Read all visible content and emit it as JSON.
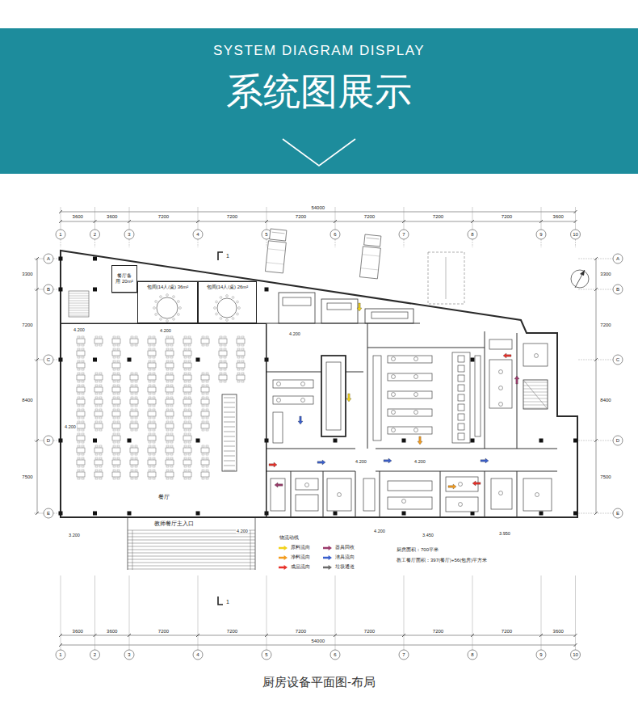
{
  "diagram": {
    "title": "系统图展示",
    "caption": "厨房设备平面图-布局",
    "nodes": [
      {
        "text": [
          "餐厅备用 20m²"
        ]
      },
      {
        "text": [
          "包间(14人/桌) 36m²"
        ]
      },
      {
        "text": [
          "包间(14人/桌) 26m²"
        ]
      },
      {
        "text": [
          "餐厅"
        ]
      }
    ],
    "labels": [
      "SYSTEM DIAGRAM DISPLAY",
      "3600",
      "3600",
      "7200",
      "7200",
      "7200",
      "7200",
      "7200",
      "7200",
      "3600",
      "54000",
      "1",
      "2",
      "3",
      "4",
      "5",
      "6",
      "7",
      "8",
      "9",
      "10",
      "A",
      "B",
      "C",
      "D",
      "E",
      "A",
      "B",
      "C",
      "D",
      "E",
      "3300",
      "7200",
      "8400",
      "7500",
      "3300",
      "7200",
      "8400",
      "7500",
      "3600",
      "3600",
      "7200",
      "7200",
      "7200",
      "7200",
      "7200",
      "7200",
      "3600",
      "54000",
      "1",
      "2",
      "3",
      "4",
      "5",
      "6",
      "7",
      "8",
      "9",
      "10",
      "1",
      "1",
      "物流动线",
      "厨房面积：700平米",
      "教工餐厅面积：397(餐厅)+56(包房)平方米",
      "教师餐厅主入口",
      "4.200",
      "4.200",
      "4.200",
      "4.200",
      "4.200",
      "4.200",
      "4.200",
      "4.200",
      "3.450",
      "3.950",
      "3.200"
    ],
    "legend": [
      {
        "text": "原料流向",
        "color": "#f2d21b"
      },
      {
        "text": "净料流向",
        "color": "#f39c1f"
      },
      {
        "text": "成品流向",
        "color": "#e8312a"
      },
      {
        "text": "器具回收",
        "color": "#9b3b6b"
      },
      {
        "text": "洁具流向",
        "color": "#3a5fcd"
      },
      {
        "text": "垃圾通道",
        "color": "#6b6b6b"
      }
    ]
  }
}
